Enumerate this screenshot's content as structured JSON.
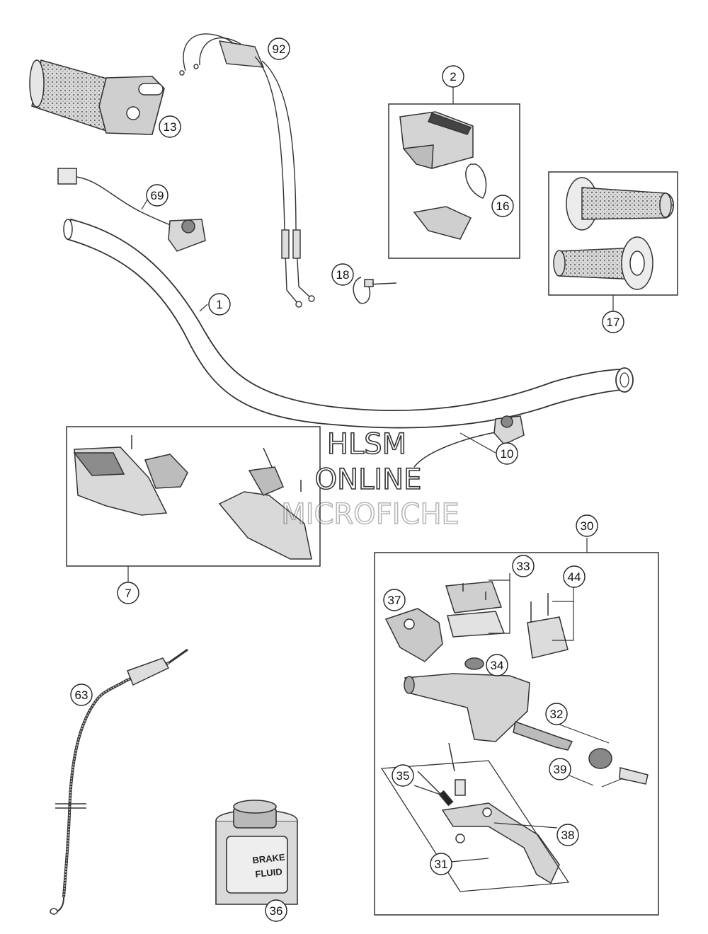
{
  "watermark": {
    "line1": "HLSM",
    "line2": "ONLINE",
    "line3": "MICROFICHE"
  },
  "bottle_label": {
    "line1": "BRAKE",
    "line2": "FLUID"
  },
  "callouts": {
    "c92": "92",
    "c2": "2",
    "c13": "13",
    "c16": "16",
    "c69": "69",
    "c17": "17",
    "c18": "18",
    "c1": "1",
    "c10": "10",
    "c7": "7",
    "c30": "30",
    "c33": "33",
    "c44": "44",
    "c37": "37",
    "c34": "34",
    "c63": "63",
    "c32": "32",
    "c39": "39",
    "c35": "35",
    "c38": "38",
    "c31": "31",
    "c36": "36"
  }
}
